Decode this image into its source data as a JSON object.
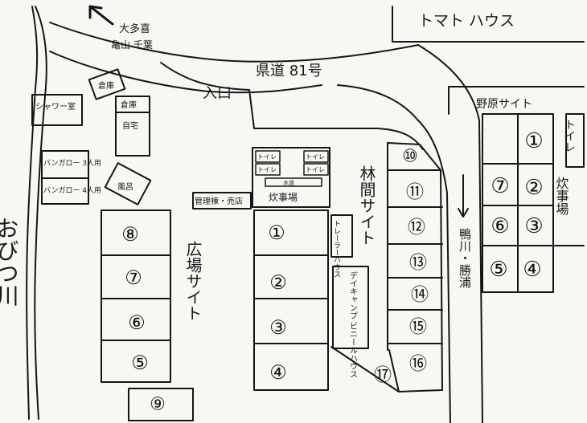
{
  "labels": {
    "tomato_house": "トマト ハウス",
    "destination": "大多喜",
    "destination2": "亀山 千葉",
    "route": "県道 81号",
    "entrance": "入口",
    "shower": "シャワー室",
    "storehouse": "倉庫",
    "warehouse": "倉庫",
    "home": "自宅",
    "bungalow3": "バンガロー 3人用",
    "bungalow4": "バンガロー 4人用",
    "bath": "風呂",
    "admin": "管理棟・売店",
    "toilet": "トイレ",
    "washroom": "水道",
    "kitchen_center": "炊事場",
    "wide_site": "広場サイト",
    "forest_site": "林間サイト",
    "trailer_house": "トレーラーハウス",
    "daycamp": "デイキャンプ ビニールハウス",
    "nohara_site": "野原サイト",
    "kitchen_right": "炊事場",
    "toilet_right": "トイレ",
    "to_kamogawa": "鴨川・勝浦",
    "river": "おびつ川"
  },
  "sites": {
    "s1": "①",
    "s2": "②",
    "s3": "③",
    "s4": "④",
    "s5": "⑤",
    "s6": "⑥",
    "s7": "⑦",
    "s8": "⑧",
    "s9": "⑨",
    "s10": "⑩",
    "s11": "⑪",
    "s12": "⑫",
    "s13": "⑬",
    "s14": "⑭",
    "s15": "⑮",
    "s16": "⑯",
    "s17": "⑰",
    "n1": "①",
    "n2": "②",
    "n3": "③",
    "n4": "④",
    "n5": "⑤",
    "n6": "⑥",
    "n7": "⑦"
  }
}
